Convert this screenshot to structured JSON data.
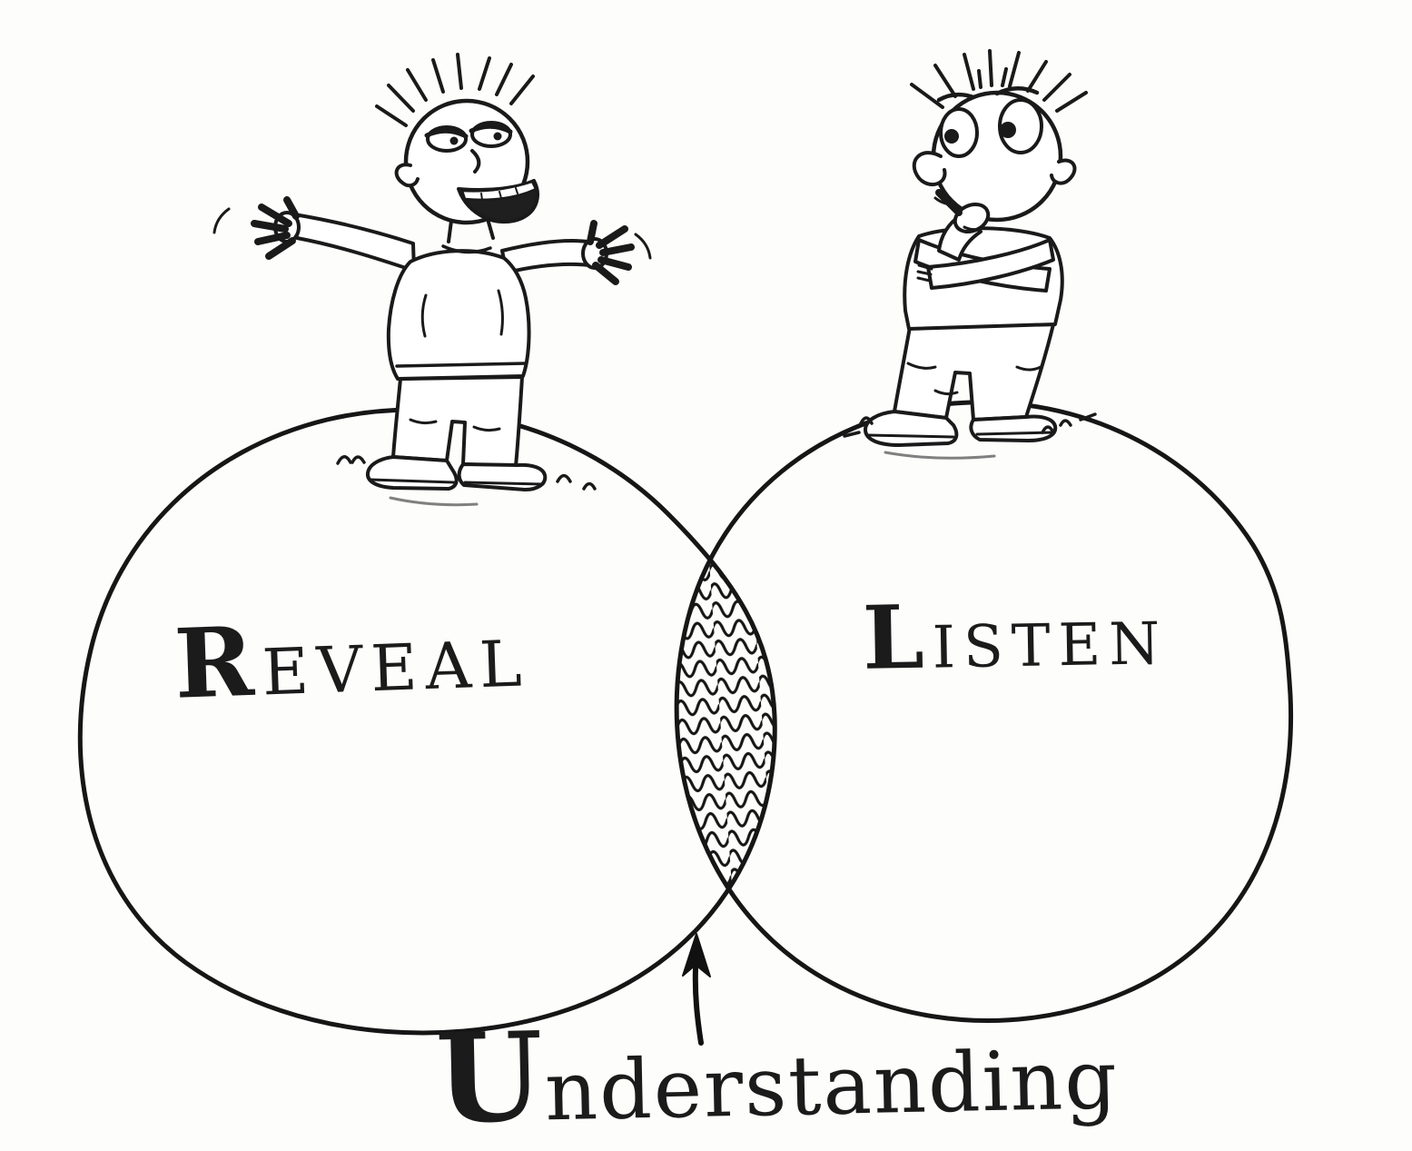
{
  "page": {
    "background_color": "#fdfdfc",
    "ink_color": "#1a1a1a",
    "kind": "hand-drawn cartoon venn diagram"
  },
  "diagram": {
    "type": "venn-2-circles",
    "circles": [
      {
        "id": "left",
        "label": "REVEAL"
      },
      {
        "id": "right",
        "label": "LISTEN"
      }
    ],
    "intersection": {
      "label": "Understanding",
      "style": "hatched-scribble",
      "pointer": "arrow-up-into-overlap"
    },
    "figures": [
      {
        "icon": "speaking-man-icon",
        "pose": "arms spread wide, mouth open, talking",
        "position": "standing on top of left circle"
      },
      {
        "icon": "listening-man-icon",
        "pose": "arms crossed, finger to lips, thinking",
        "position": "standing on top of right circle"
      }
    ]
  }
}
